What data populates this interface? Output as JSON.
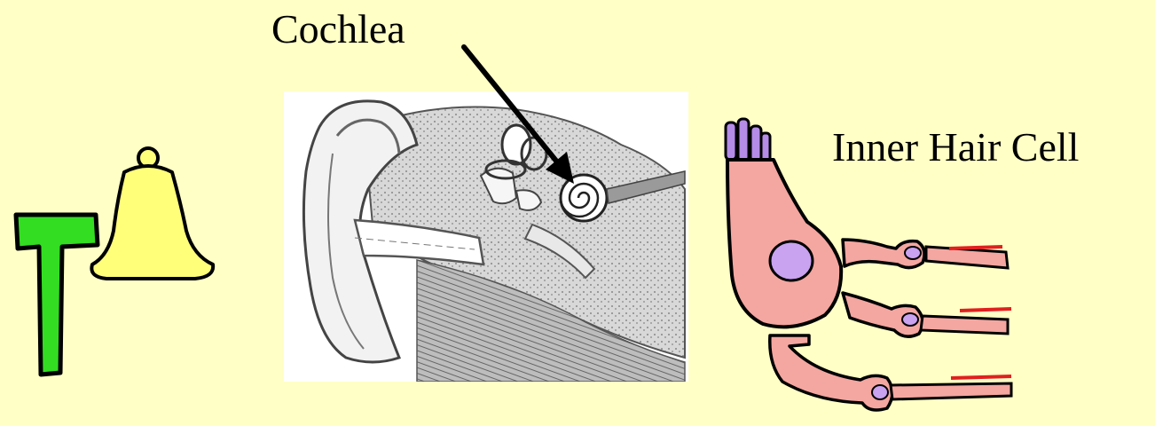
{
  "labels": {
    "cochlea": "Cochlea",
    "inner_hair_cell": "Inner Hair Cell"
  },
  "icons": {
    "hammer": "hammer-icon",
    "bell": "bell-icon",
    "ear": "ear-cross-section",
    "hair_cell": "hair-cell-illustration",
    "arrow": "arrow-icon"
  },
  "colors": {
    "background": "#FFFFC6",
    "hammer": "#33DD22",
    "bell": "#FFFF7A",
    "cell": "#F4A6A0",
    "nucleus": "#C9A2F0",
    "signal": "#E02020"
  }
}
